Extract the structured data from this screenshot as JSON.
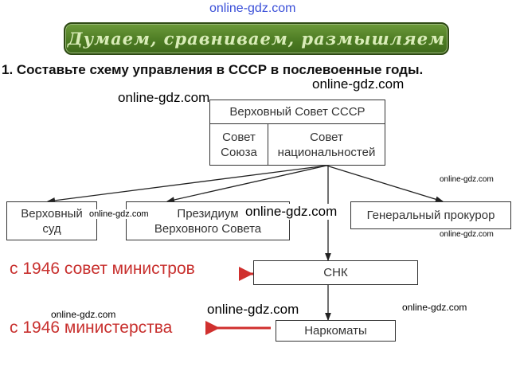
{
  "header": {
    "banner": "Думаем, сравниваем, размышляем"
  },
  "task": "1. Составьте схему управления в СССР в послевоенные годы.",
  "scheme": {
    "top": "Верховный Совет СССР",
    "chamber_left": [
      "Совет",
      "Союза"
    ],
    "chamber_right": [
      "Совет",
      "национальностей"
    ],
    "court": [
      "Верховный",
      "суд"
    ],
    "presidium": [
      "Президиум",
      "Верховного Совета"
    ],
    "prosecutor": "Генеральный прокурор",
    "snk": "СНК",
    "narkomaty": "Наркоматы"
  },
  "annotations": {
    "ministers": "с 1946 совет министров",
    "ministries": "с 1946 министерства"
  },
  "watermark": "online-gdz.com",
  "colors": {
    "banner": "#4b7a22",
    "annotation": "#c8302e"
  }
}
